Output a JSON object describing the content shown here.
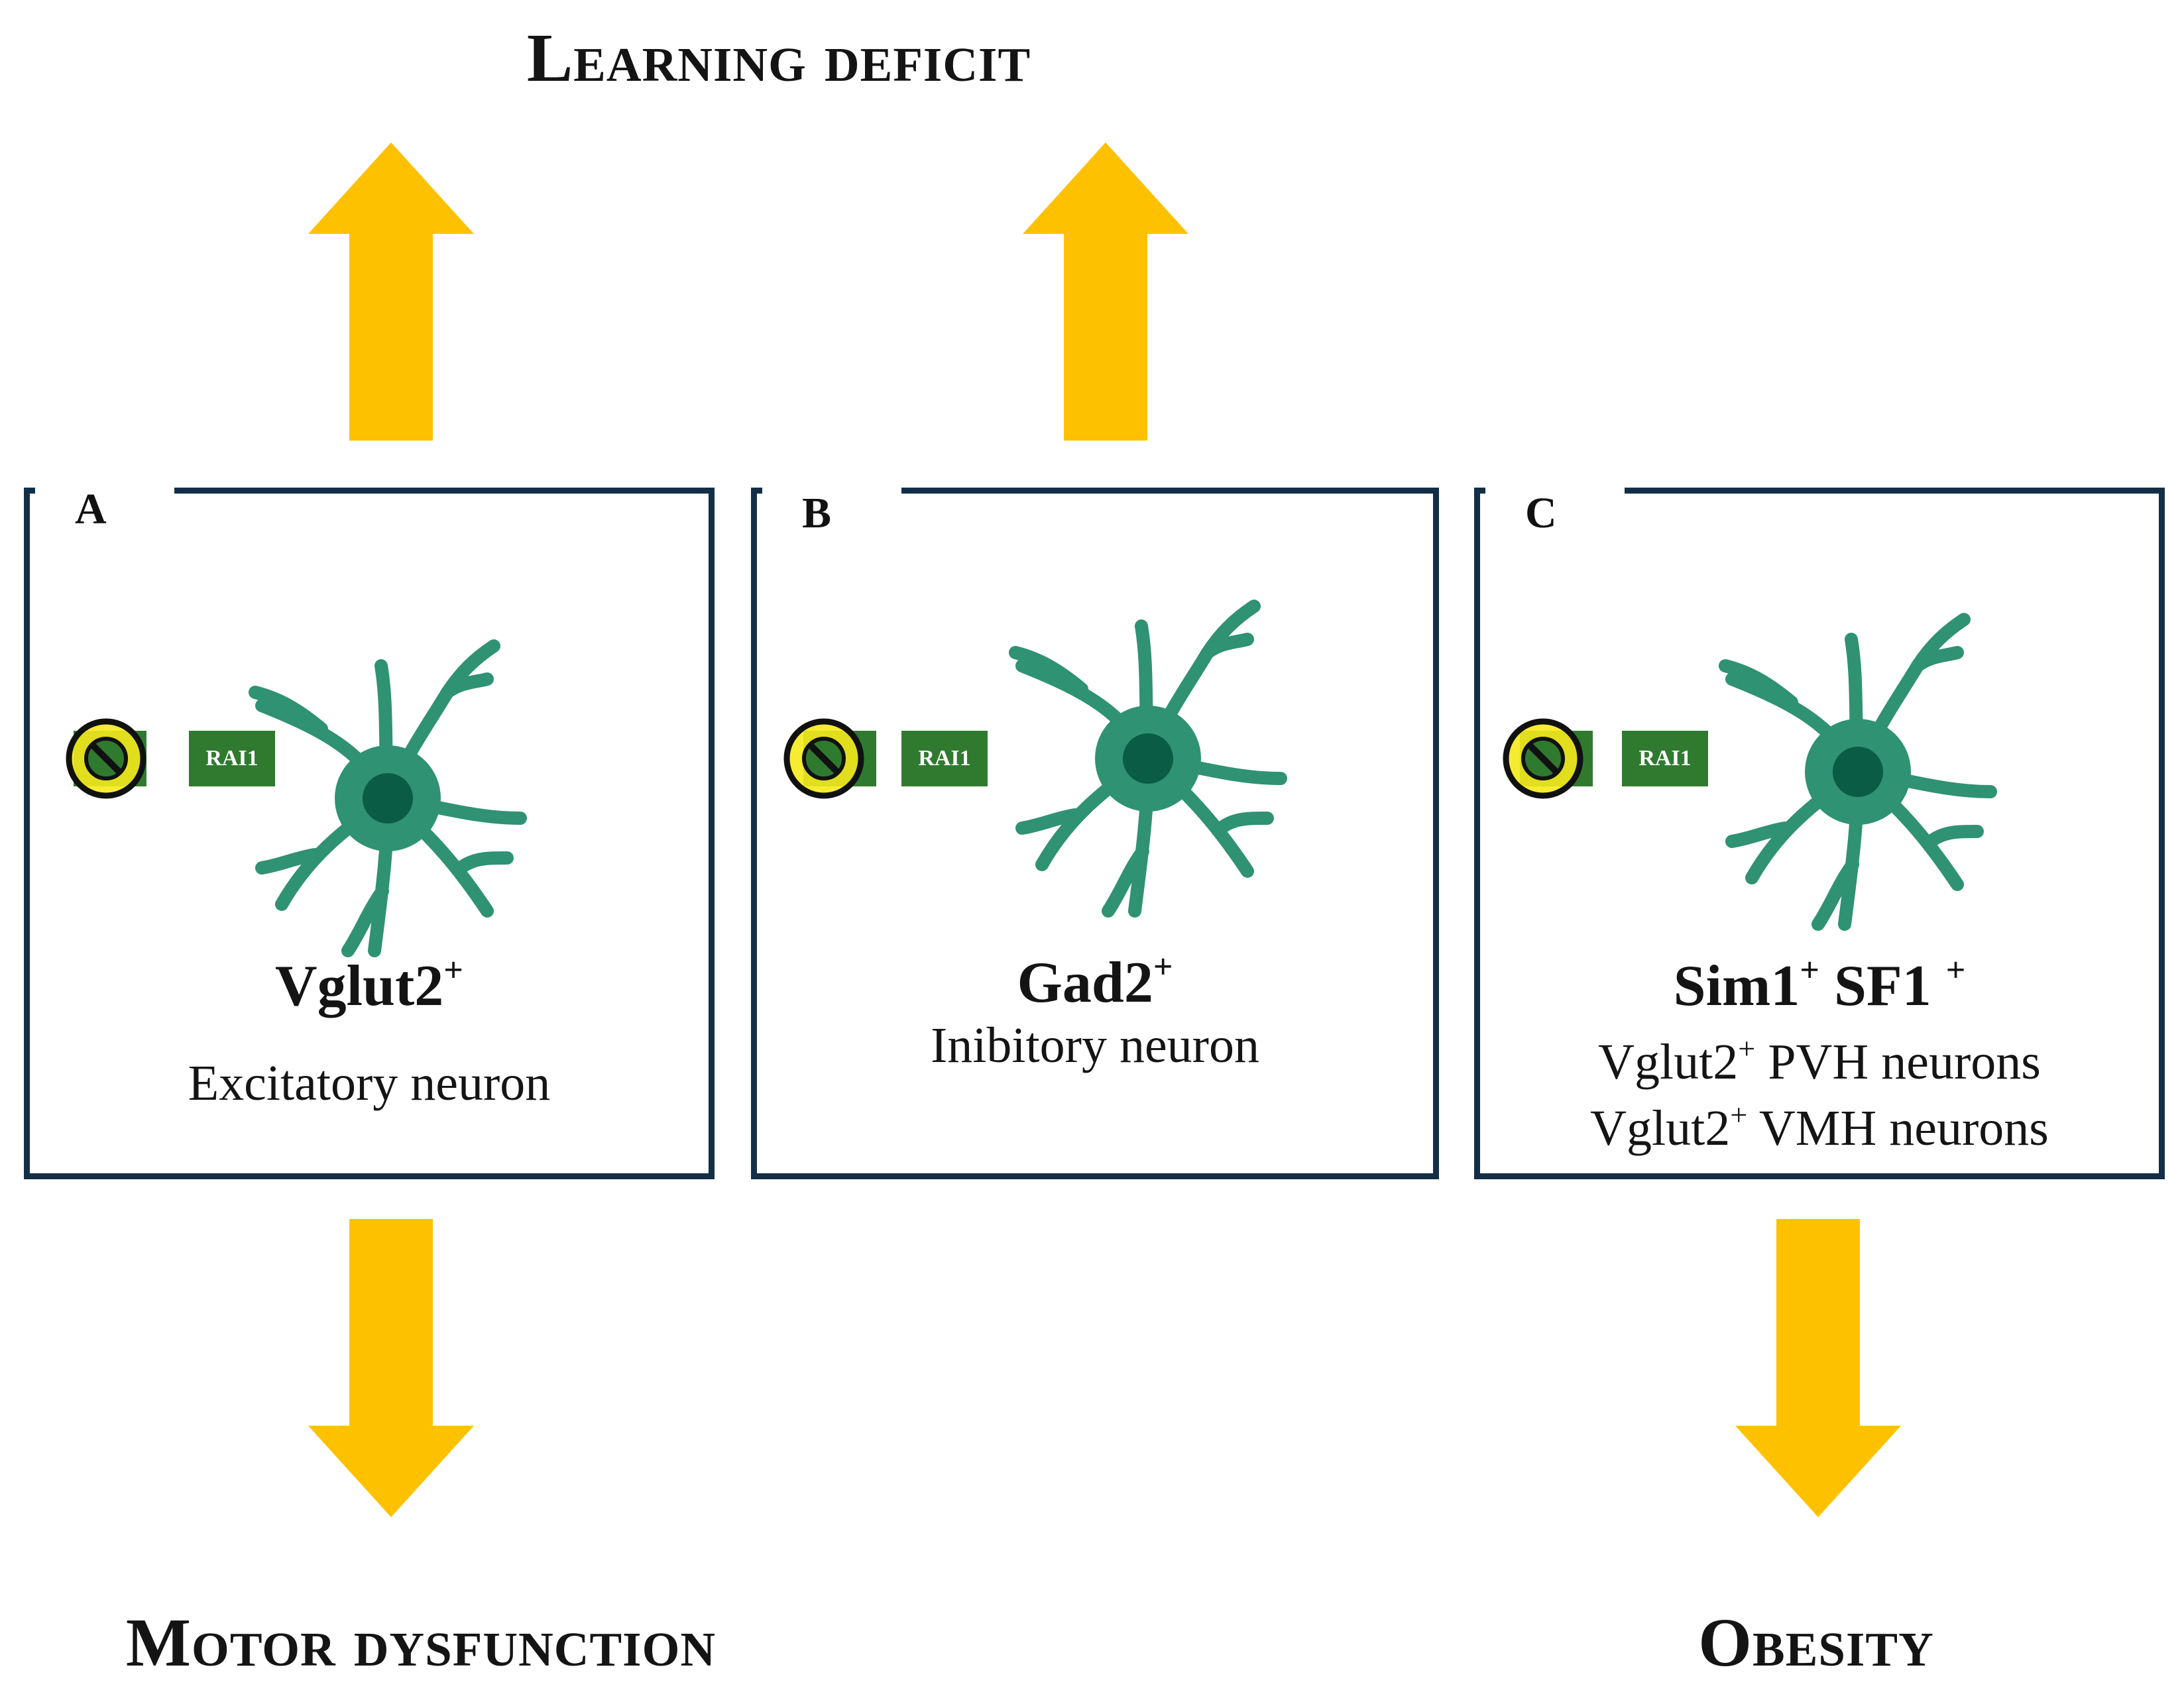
{
  "headings": {
    "top": "Learning deficit",
    "bottom_left": "Motor dysfunction",
    "bottom_right": "Obesity"
  },
  "colors": {
    "arrow": "#fec100",
    "panel_border": "#132f48",
    "neuron": "#2f9272",
    "neuron_nucleus": "#0b5c44",
    "gene_box": "#2f7a2f",
    "block_icon": "#f5ea1c"
  },
  "arrows": [
    {
      "id": "up-a",
      "direction": "up"
    },
    {
      "id": "up-b",
      "direction": "up"
    },
    {
      "id": "down-a",
      "direction": "down"
    },
    {
      "id": "down-c",
      "direction": "down"
    }
  ],
  "panels": [
    {
      "letter": "A",
      "gene_label": "RAI1",
      "icon": "blocked-icon",
      "cell_title": "Vglut2",
      "cell_title_sup": "+",
      "description": "Excitatory  neuron"
    },
    {
      "letter": "B",
      "gene_label": "RAI1",
      "icon": "blocked-icon",
      "cell_title": "Gad2",
      "cell_title_sup": "+",
      "description": "Inibitory neuron"
    },
    {
      "letter": "C",
      "gene_label": "RAI1",
      "icon": "blocked-icon",
      "cell_title_parts": [
        "Sim1",
        "+",
        " SF1 ",
        "+"
      ],
      "description_lines": [
        {
          "text": "Vglut2",
          "sup": "+",
          "rest": " PVH neurons"
        },
        {
          "text": "Vglut2",
          "sup": "+",
          "rest": " VMH neurons"
        }
      ]
    }
  ]
}
